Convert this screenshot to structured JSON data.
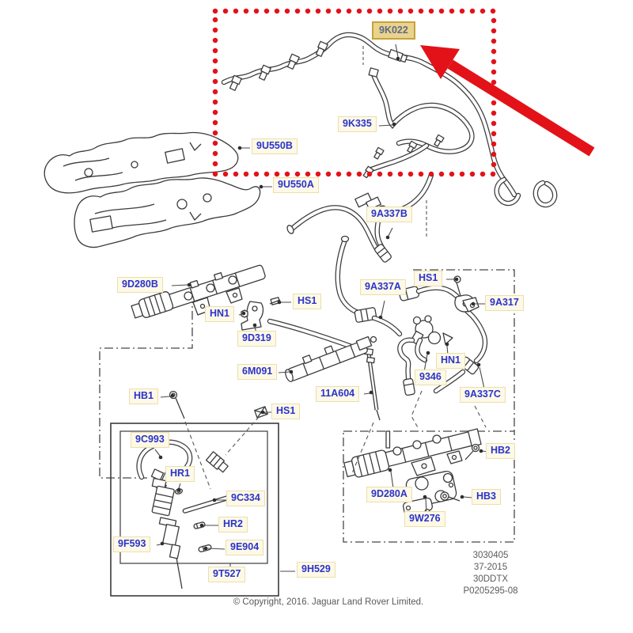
{
  "diagram": {
    "type": "parts-exploded-diagram",
    "highlighted_part": "9K022",
    "part_labels": [
      {
        "text": "9K022",
        "highlighted": true
      },
      {
        "text": "9K335"
      },
      {
        "text": "9U550B"
      },
      {
        "text": "9U550A"
      },
      {
        "text": "9A337B"
      },
      {
        "text": "9D280B"
      },
      {
        "text": "HS1"
      },
      {
        "text": "HN1"
      },
      {
        "text": "9D319"
      },
      {
        "text": "6M091"
      },
      {
        "text": "HB1"
      },
      {
        "text": "HS1"
      },
      {
        "text": "11A604"
      },
      {
        "text": "9346"
      },
      {
        "text": "HN1"
      },
      {
        "text": "9A337C"
      },
      {
        "text": "9A317"
      },
      {
        "text": "HS1"
      },
      {
        "text": "9A337A"
      },
      {
        "text": "9C993"
      },
      {
        "text": "HR1"
      },
      {
        "text": "9C334"
      },
      {
        "text": "HR2"
      },
      {
        "text": "9E904"
      },
      {
        "text": "9F593"
      },
      {
        "text": "9T527"
      },
      {
        "text": "9H529"
      },
      {
        "text": "9D280A"
      },
      {
        "text": "9W276"
      },
      {
        "text": "HB2"
      },
      {
        "text": "HB3"
      }
    ],
    "plate": {
      "lines": [
        "3030405",
        "37-2015",
        "30DDTX",
        "P0205295-08"
      ]
    },
    "copyright": "© Copyright, 2016. Jaguar Land Rover Limited."
  },
  "colors": {
    "accent_red": "#e31219",
    "label_text": "#2a33cc",
    "label_bg": "#fdf9e6",
    "label_border": "#eadfae",
    "highlight_bg": "#e9d38d",
    "highlight_border": "#c7a23b",
    "highlight_text": "#5e6a86",
    "line": "#3b3b3b",
    "meta_text": "#5a5a5a"
  }
}
